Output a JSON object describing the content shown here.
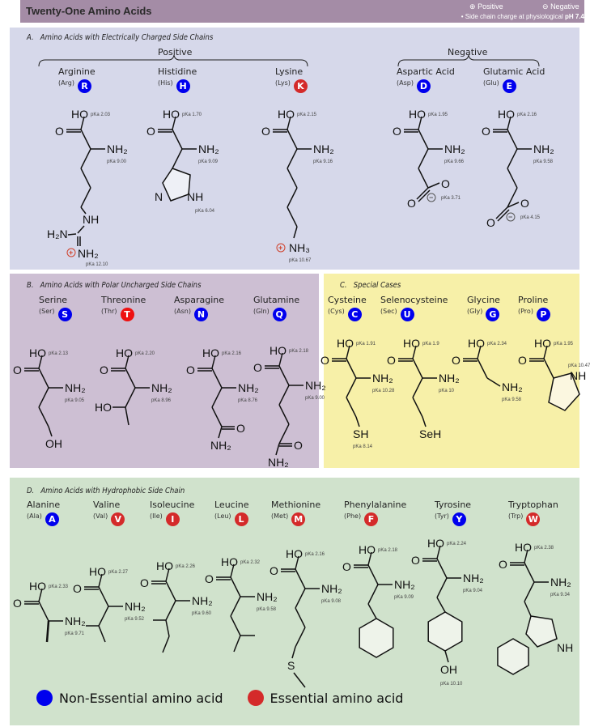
{
  "header": {
    "title": "Twenty-One Amino Acids",
    "legend_positive": "Positive",
    "legend_negative": "Negative",
    "legend_note_prefix": "• Side chain charge at physiological ",
    "legend_note_ph": "pH 7.4"
  },
  "colors": {
    "essential": "#d42a2a",
    "non_essential": "#0000ee",
    "threonine": "#ee1111",
    "header": "#a48ca6",
    "panel_a": "#d6d8ea",
    "panel_b": "#cdbfd3",
    "panel_c": "#f7f0a8",
    "panel_d": "#d0e2cc"
  },
  "sections": {
    "a": {
      "label": "A.",
      "title": "Amino Acids with Electrically Charged Side Chains",
      "positive": "Positive",
      "negative": "Negative"
    },
    "b": {
      "label": "B.",
      "title": "Amino Acids with Polar Uncharged Side Chains"
    },
    "c": {
      "label": "C.",
      "title": "Special Cases"
    },
    "d": {
      "label": "D.",
      "title": "Amino Acids with Hydrophobic Side Chain"
    }
  },
  "amino_acids": [
    {
      "name": "Arginine",
      "abbr": "(Arg)",
      "letter": "R",
      "essential": false,
      "pka": [
        "pKa 2.03",
        "pKa 9.00",
        "pKa 12.10"
      ],
      "groups": [
        "NH",
        "H₂N",
        "NH₂"
      ]
    },
    {
      "name": "Histidine",
      "abbr": "(His)",
      "letter": "H",
      "essential": false,
      "pka": [
        "pKa 1.70",
        "pKa 9.09",
        "pKa 6.04"
      ],
      "groups": [
        "N",
        "NH"
      ]
    },
    {
      "name": "Lysine",
      "abbr": "(Lys)",
      "letter": "K",
      "essential": true,
      "pka": [
        "pKa 2.15",
        "pKa 9.16",
        "pKa 10.67"
      ],
      "groups": [
        "NH₃"
      ]
    },
    {
      "name": "Aspartic Acid",
      "abbr": "(Asp)",
      "letter": "D",
      "essential": false,
      "pka": [
        "pKa 1.95",
        "pKa 9.66",
        "pKa 3.71"
      ],
      "groups": [
        "O",
        "O"
      ]
    },
    {
      "name": "Glutamic Acid",
      "abbr": "(Glu)",
      "letter": "E",
      "essential": false,
      "pka": [
        "pKa 2.16",
        "pKa 9.58",
        "pKa 4.15"
      ],
      "groups": [
        "O",
        "O"
      ]
    },
    {
      "name": "Serine",
      "abbr": "(Ser)",
      "letter": "S",
      "essential": false,
      "pka": [
        "pKa 2.13",
        "pKa 9.05"
      ],
      "groups": [
        "OH"
      ]
    },
    {
      "name": "Threonine",
      "abbr": "(Thr)",
      "letter": "T",
      "essential": true,
      "pka": [
        "pKa 2.20",
        "pKa 8.96"
      ],
      "groups": [
        "HO"
      ]
    },
    {
      "name": "Asparagine",
      "abbr": "(Asn)",
      "letter": "N",
      "essential": false,
      "pka": [
        "pKa 2.16",
        "pKa 8.76"
      ],
      "groups": [
        "O",
        "NH₂"
      ]
    },
    {
      "name": "Glutamine",
      "abbr": "(Gln)",
      "letter": "Q",
      "essential": false,
      "pka": [
        "pKa 2.18",
        "pKa 9.00"
      ],
      "groups": [
        "O",
        "NH₂"
      ]
    },
    {
      "name": "Cysteine",
      "abbr": "(Cys)",
      "letter": "C",
      "essential": false,
      "pka": [
        "pKa 1.91",
        "pKa 10.28",
        "pKa 8.14"
      ],
      "groups": [
        "SH"
      ]
    },
    {
      "name": "Selenocysteine",
      "abbr": "(Sec)",
      "letter": "U",
      "essential": false,
      "pka": [
        "pKa 1.9",
        "pKa 10"
      ],
      "groups": [
        "SeH"
      ]
    },
    {
      "name": "Glycine",
      "abbr": "(Gly)",
      "letter": "G",
      "essential": false,
      "pka": [
        "pKa 2.34",
        "pKa 9.58"
      ],
      "groups": []
    },
    {
      "name": "Proline",
      "abbr": "(Pro)",
      "letter": "P",
      "essential": false,
      "pka": [
        "pKa 1.95",
        "pKa 10.47"
      ],
      "groups": [
        "NH"
      ]
    },
    {
      "name": "Alanine",
      "abbr": "(Ala)",
      "letter": "A",
      "essential": false,
      "pka": [
        "pKa 2.33",
        "pKa 9.71"
      ],
      "groups": []
    },
    {
      "name": "Valine",
      "abbr": "(Val)",
      "letter": "V",
      "essential": true,
      "pka": [
        "pKa 2.27",
        "pKa 9.52"
      ],
      "groups": []
    },
    {
      "name": "Isoleucine",
      "abbr": "(Ile)",
      "letter": "I",
      "essential": true,
      "pka": [
        "pKa 2.26",
        "pKa 9.60"
      ],
      "groups": []
    },
    {
      "name": "Leucine",
      "abbr": "(Leu)",
      "letter": "L",
      "essential": true,
      "pka": [
        "pKa 2.32",
        "pKa 9.58"
      ],
      "groups": []
    },
    {
      "name": "Methionine",
      "abbr": "(Met)",
      "letter": "M",
      "essential": true,
      "pka": [
        "pKa 2.16",
        "pKa 9.08"
      ],
      "groups": [
        "S"
      ]
    },
    {
      "name": "Phenylalanine",
      "abbr": "(Phe)",
      "letter": "F",
      "essential": true,
      "pka": [
        "pKa 2.18",
        "pKa 9.09"
      ],
      "groups": []
    },
    {
      "name": "Tyrosine",
      "abbr": "(Tyr)",
      "letter": "Y",
      "essential": false,
      "pka": [
        "pKa 2.24",
        "pKa 9.04",
        "pKa 10.10"
      ],
      "groups": [
        "OH"
      ]
    },
    {
      "name": "Tryptophan",
      "abbr": "(Trp)",
      "letter": "W",
      "essential": true,
      "pka": [
        "pKa 2.38",
        "pKa 9.34"
      ],
      "groups": [
        "NH"
      ]
    }
  ],
  "backbone": {
    "hydroxyl": "HO",
    "carbonyl": "O",
    "amine": "NH₂"
  },
  "legend": {
    "non_essential": "Non-Essential amino acid",
    "essential": "Essential amino acid"
  }
}
